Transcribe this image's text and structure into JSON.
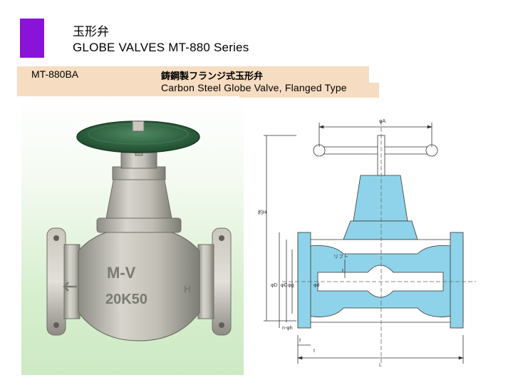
{
  "header": {
    "title_jp": "玉形弁",
    "title_en": "GLOBE VALVES  MT-880 Series"
  },
  "product": {
    "model": "MT-880BA",
    "name_jp": "鋳鋼製フランジ式玉形弁",
    "name_en": "Carbon Steel Globe Valve, Flanged Type"
  },
  "photo": {
    "marking_brand": "M-V",
    "marking_rating": "20K50",
    "marking_h": "H"
  },
  "drawing": {
    "labels": {
      "phiA": "φA",
      "H": "約H",
      "lift": "リフト",
      "l": "ℓ",
      "phiD": "φD",
      "phiC": "φC",
      "phig": "φg",
      "phid": "φd",
      "bolts": "n-φh",
      "f": "f",
      "t": "t",
      "L": "L"
    }
  },
  "colors": {
    "accent": "#8a13d8",
    "band": "#f6dcc0",
    "handwheel": "#2f6b44",
    "drawing_fill": "#8fd3ea"
  }
}
